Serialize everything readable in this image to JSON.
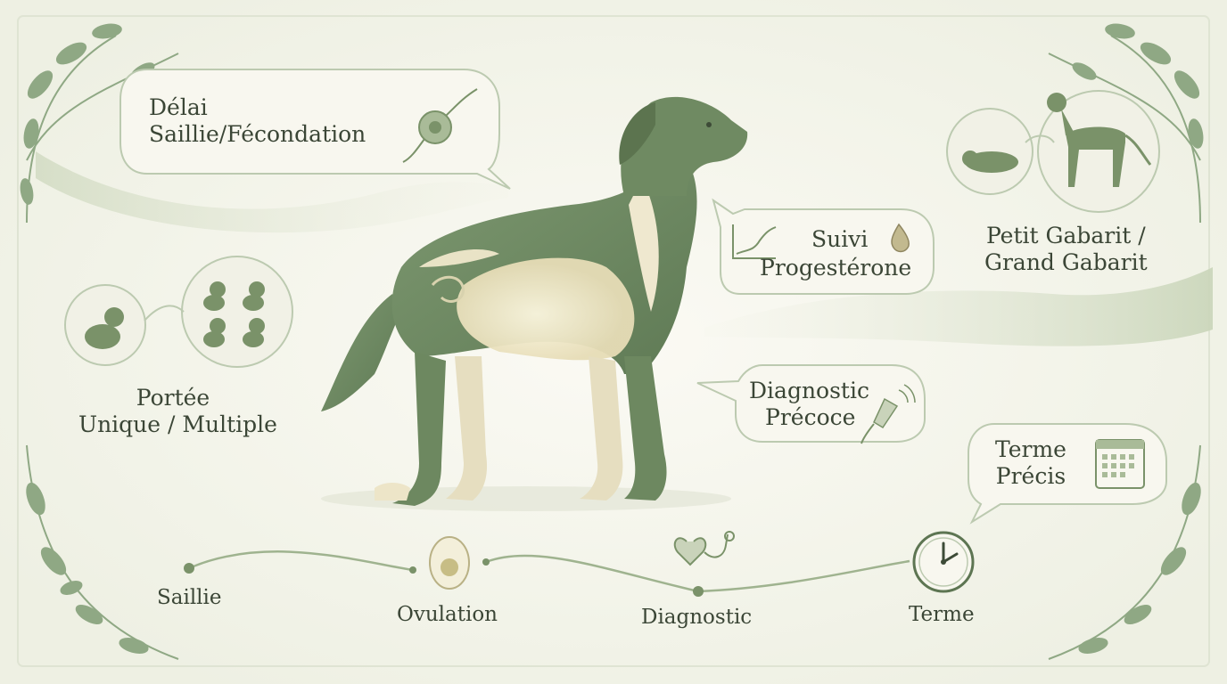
{
  "callouts": {
    "delai": {
      "line1": "Délai",
      "line2": "Saillie/Fécondation"
    },
    "suivi": {
      "line1": "Suivi",
      "line2": "Progestérone"
    },
    "gabarit": {
      "line1": "Petit Gabarit /",
      "line2": "Grand Gabarit"
    },
    "portee": {
      "line1": "Portée",
      "line2": "Unique / Multiple"
    },
    "diagnostic": {
      "line1": "Diagnostic",
      "line2": "Précoce"
    },
    "terme": {
      "line1": "Terme",
      "line2": "Précis"
    }
  },
  "timeline": {
    "steps": [
      "Saillie",
      "Ovulation",
      "Diagnostic",
      "Terme"
    ]
  },
  "colors": {
    "background": "#f4f4ec",
    "sage": "#7f9a6f",
    "sage_dark": "#5d7552",
    "cream": "#ece6cc",
    "text": "#3b4636"
  },
  "icons": [
    "sperm-egg-icon",
    "progesterone-chart-icon",
    "drop-icon",
    "sleeping-dog-icon",
    "standing-dog-icon",
    "puppy-icon",
    "puppies-icon",
    "ultrasound-probe-icon",
    "calendar-icon",
    "egg-icon",
    "heart-stethoscope-icon",
    "clock-icon",
    "leaf-vine-icon",
    "dog-illustration"
  ]
}
